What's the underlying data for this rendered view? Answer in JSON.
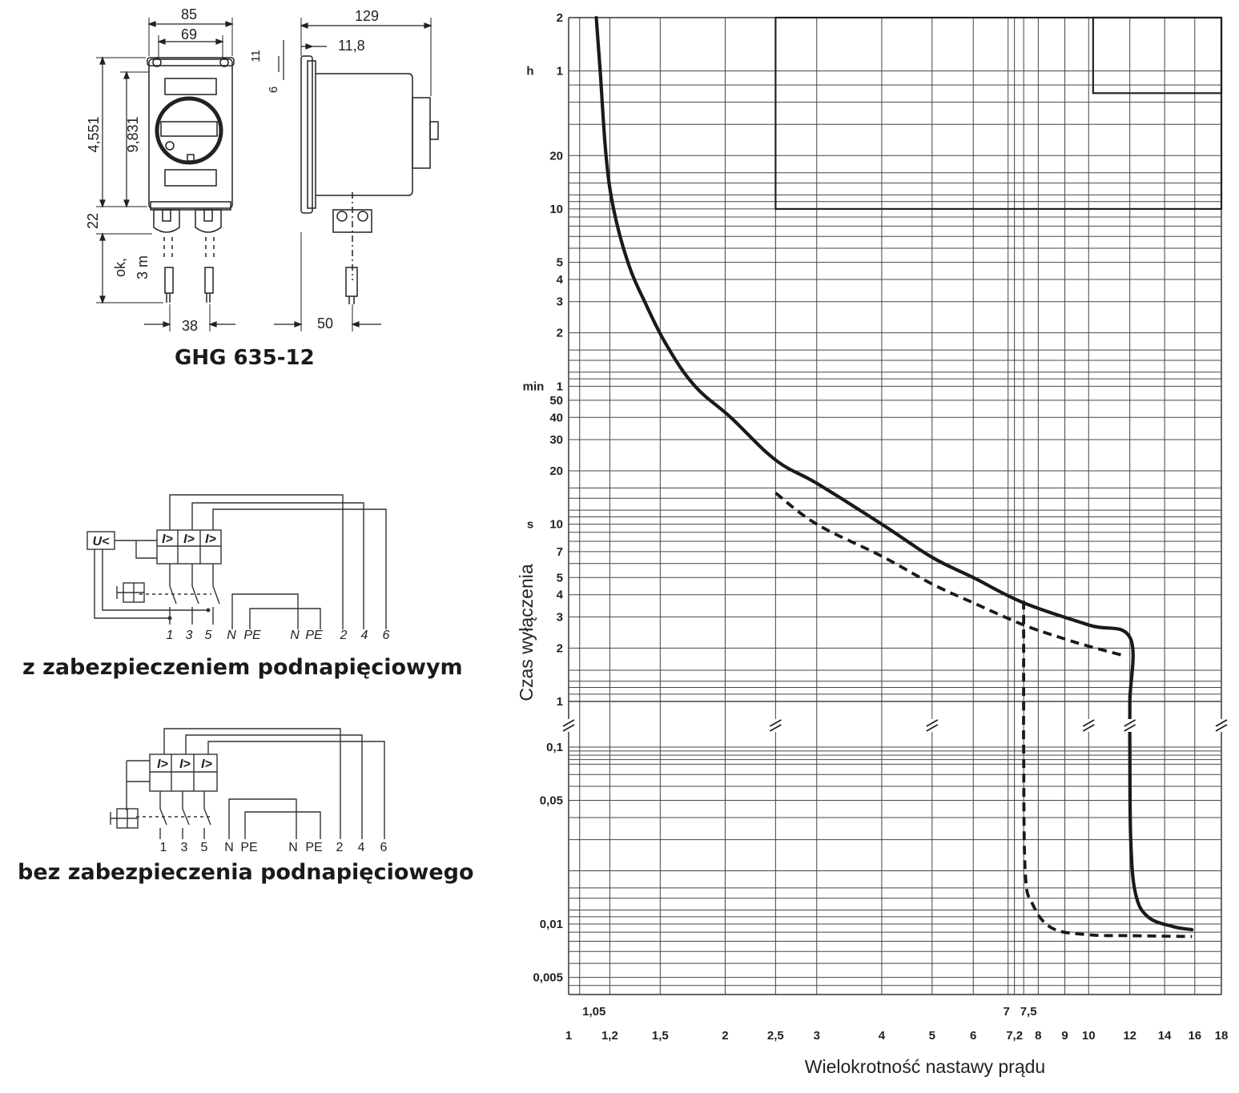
{
  "drawing": {
    "title": "GHG 635-12",
    "dims": {
      "width_outer": "85",
      "width_inner": "69",
      "depth": "129",
      "flange": "11,8",
      "d11": "11",
      "d6": "6",
      "h_4551": "4,551",
      "h_9831": "9,831",
      "h_22": "22",
      "cable_a": "ok,",
      "cable_b": "3 m",
      "bottom_38": "38",
      "bottom_50": "50"
    }
  },
  "schematic_uv": {
    "caption": "z zabezpieczeniem podnapięciowym",
    "uv_label": "U<",
    "relay_label": "I>",
    "terminals": [
      "1",
      "3",
      "5",
      "N",
      "PE",
      "N",
      "PE",
      "2",
      "4",
      "6"
    ]
  },
  "schematic_plain": {
    "caption": "bez zabezpieczenia podnapięciowego",
    "relay_label": "I>",
    "terminals": [
      "1",
      "3",
      "5",
      "N",
      "PE",
      "N",
      "PE",
      "2",
      "4",
      "6"
    ]
  },
  "chart_data": {
    "type": "line",
    "xlabel": "Wielokrotność nastawy prądu",
    "ylabel": "Czas wyłączenia",
    "x_scale": "log",
    "y_scale": "log (broken at 1 s / 0,1 s)",
    "xlim": [
      1,
      18
    ],
    "x_ticks": [
      {
        "v": 1,
        "t": "1"
      },
      {
        "v": 1.2,
        "t": "1,2"
      },
      {
        "v": 1.5,
        "t": "1,5"
      },
      {
        "v": 2,
        "t": "2"
      },
      {
        "v": 2.5,
        "t": "2,5"
      },
      {
        "v": 3,
        "t": "3"
      },
      {
        "v": 4,
        "t": "4"
      },
      {
        "v": 5,
        "t": "5"
      },
      {
        "v": 6,
        "t": "6"
      },
      {
        "v": 7.2,
        "t": "7,2"
      },
      {
        "v": 8,
        "t": "8"
      },
      {
        "v": 9,
        "t": "9"
      },
      {
        "v": 10,
        "t": "10"
      },
      {
        "v": 12,
        "t": "12"
      },
      {
        "v": 14,
        "t": "14"
      },
      {
        "v": 16,
        "t": "16"
      },
      {
        "v": 18,
        "t": "18"
      }
    ],
    "x_inner_labels": [
      {
        "v": 1.05,
        "t": "1,05"
      },
      {
        "v": 7,
        "t": "7"
      },
      {
        "v": 7.5,
        "t": "7,5"
      }
    ],
    "y_ticks": [
      {
        "sec": 7200,
        "t": "2"
      },
      {
        "sec": 3600,
        "t": "1"
      },
      {
        "sec": 1200,
        "t": "20"
      },
      {
        "sec": 600,
        "t": "10"
      },
      {
        "sec": 300,
        "t": "5"
      },
      {
        "sec": 240,
        "t": "4"
      },
      {
        "sec": 180,
        "t": "3"
      },
      {
        "sec": 120,
        "t": "2"
      },
      {
        "sec": 60,
        "t": "1"
      },
      {
        "sec": 50,
        "t": "50"
      },
      {
        "sec": 40,
        "t": "40"
      },
      {
        "sec": 30,
        "t": "30"
      },
      {
        "sec": 20,
        "t": "20"
      },
      {
        "sec": 10,
        "t": "10"
      },
      {
        "sec": 7,
        "t": "7"
      },
      {
        "sec": 5,
        "t": "5"
      },
      {
        "sec": 4,
        "t": "4"
      },
      {
        "sec": 3,
        "t": "3"
      },
      {
        "sec": 2,
        "t": "2"
      },
      {
        "sec": 1,
        "t": "1"
      },
      {
        "sec": 0.1,
        "t": "0,1"
      },
      {
        "sec": 0.05,
        "t": "0,05"
      },
      {
        "sec": 0.01,
        "t": "0,01"
      },
      {
        "sec": 0.005,
        "t": "0,005"
      }
    ],
    "unit_labels": [
      {
        "sec": 3600,
        "t": "h"
      },
      {
        "sec": 60,
        "t": "min"
      },
      {
        "sec": 10,
        "t": "s"
      }
    ],
    "series": [
      {
        "style": "solid",
        "points": [
          [
            1.13,
            7200
          ],
          [
            1.15,
            3600
          ],
          [
            1.18,
            1200
          ],
          [
            1.22,
            600
          ],
          [
            1.3,
            300
          ],
          [
            1.4,
            180
          ],
          [
            1.55,
            100
          ],
          [
            1.75,
            60
          ],
          [
            2.05,
            40
          ],
          [
            2.5,
            23
          ],
          [
            3,
            17
          ],
          [
            4,
            10
          ],
          [
            5,
            6.5
          ],
          [
            6,
            5
          ],
          [
            7.5,
            3.6
          ],
          [
            10,
            2.7
          ],
          [
            12,
            2.3
          ],
          [
            12,
            1
          ],
          [
            12,
            0.1
          ],
          [
            12.05,
            0.03
          ],
          [
            12.3,
            0.015
          ],
          [
            13,
            0.011
          ],
          [
            14.5,
            0.0097
          ],
          [
            15.8,
            0.0093
          ]
        ]
      },
      {
        "style": "dashed",
        "points": [
          [
            2.5,
            15
          ],
          [
            3,
            10
          ],
          [
            4,
            6.6
          ],
          [
            5,
            4.6
          ],
          [
            6,
            3.6
          ],
          [
            7.5,
            2.7
          ],
          [
            9,
            2.25
          ],
          [
            10,
            2.05
          ],
          [
            11.8,
            1.8
          ]
        ]
      },
      {
        "style": "dashed",
        "points": [
          [
            7.5,
            3.7
          ],
          [
            7.5,
            1
          ],
          [
            7.5,
            0.1
          ],
          [
            7.55,
            0.02
          ],
          [
            7.8,
            0.013
          ],
          [
            8.5,
            0.0095
          ],
          [
            10,
            0.0087
          ],
          [
            12,
            0.0086
          ],
          [
            15.8,
            0.0085
          ]
        ]
      }
    ],
    "boxes": [
      {
        "x": [
          2.5,
          18
        ],
        "sec": [
          600,
          7200
        ]
      },
      {
        "x": [
          10.2,
          18
        ],
        "sec": [
          2700,
          7200
        ]
      }
    ]
  }
}
